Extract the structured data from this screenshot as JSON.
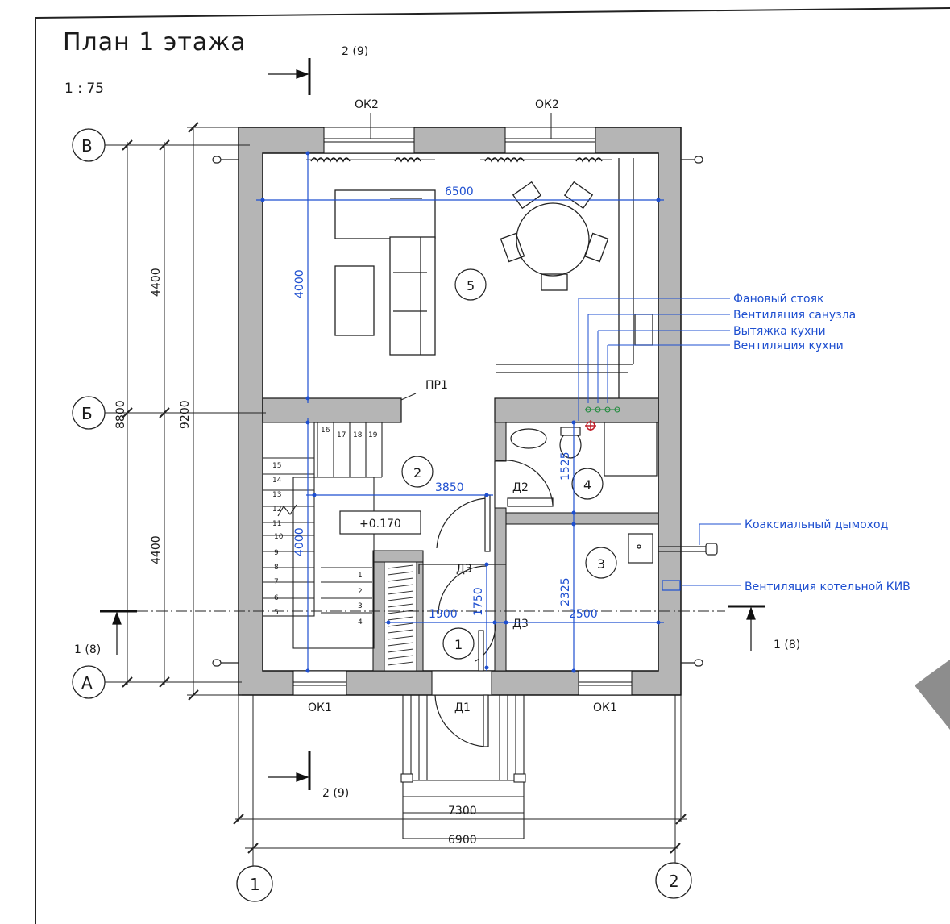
{
  "title": "План 1 этажа",
  "scale": "1 : 75",
  "axes": {
    "v": "В",
    "b": "Б",
    "a": "А",
    "c1": "1",
    "c2": "2"
  },
  "sections": {
    "s29": "2 (9)",
    "s18": "1 (8)"
  },
  "windows": {
    "ok2": "ОК2",
    "ok1": "ОК1"
  },
  "doors": {
    "d1": "Д1",
    "d2": "Д2",
    "d3": "Д3"
  },
  "opening": "ПР1",
  "rooms": {
    "r1": "1",
    "r2": "2",
    "r3": "3",
    "r4": "4",
    "r5": "5"
  },
  "level": "+0.170",
  "dims": {
    "d6500": "6500",
    "d4000": "4000",
    "d3850": "3850",
    "d1525": "1525",
    "d4000b": "4000",
    "d1750": "1750",
    "d2325": "2325",
    "d1900": "1900",
    "d2500": "2500",
    "d4400": "4400",
    "d8800": "8800",
    "d9200": "9200",
    "d7300": "7300",
    "d6900": "6900"
  },
  "annotations": {
    "riser": "Фановый стояк",
    "vent_wc": "Вентиляция санузла",
    "hood": "Вытяжка кухни",
    "vent_kitchen": "Вентиляция кухни",
    "chimney": "Коаксиальный дымоход",
    "vent_boiler": "Вентиляция котельной КИВ"
  },
  "steps": [
    "1",
    "2",
    "3",
    "4",
    "5",
    "6",
    "7",
    "8",
    "9",
    "10",
    "11",
    "12",
    "13",
    "14",
    "15",
    "16",
    "17",
    "18",
    "19"
  ],
  "colors": {
    "wall": "#b5b5b5",
    "ink": "#1a1a1a",
    "annotation": "#1e4fd0",
    "accent": "#1c8a3a",
    "marker": "#c0202a"
  }
}
